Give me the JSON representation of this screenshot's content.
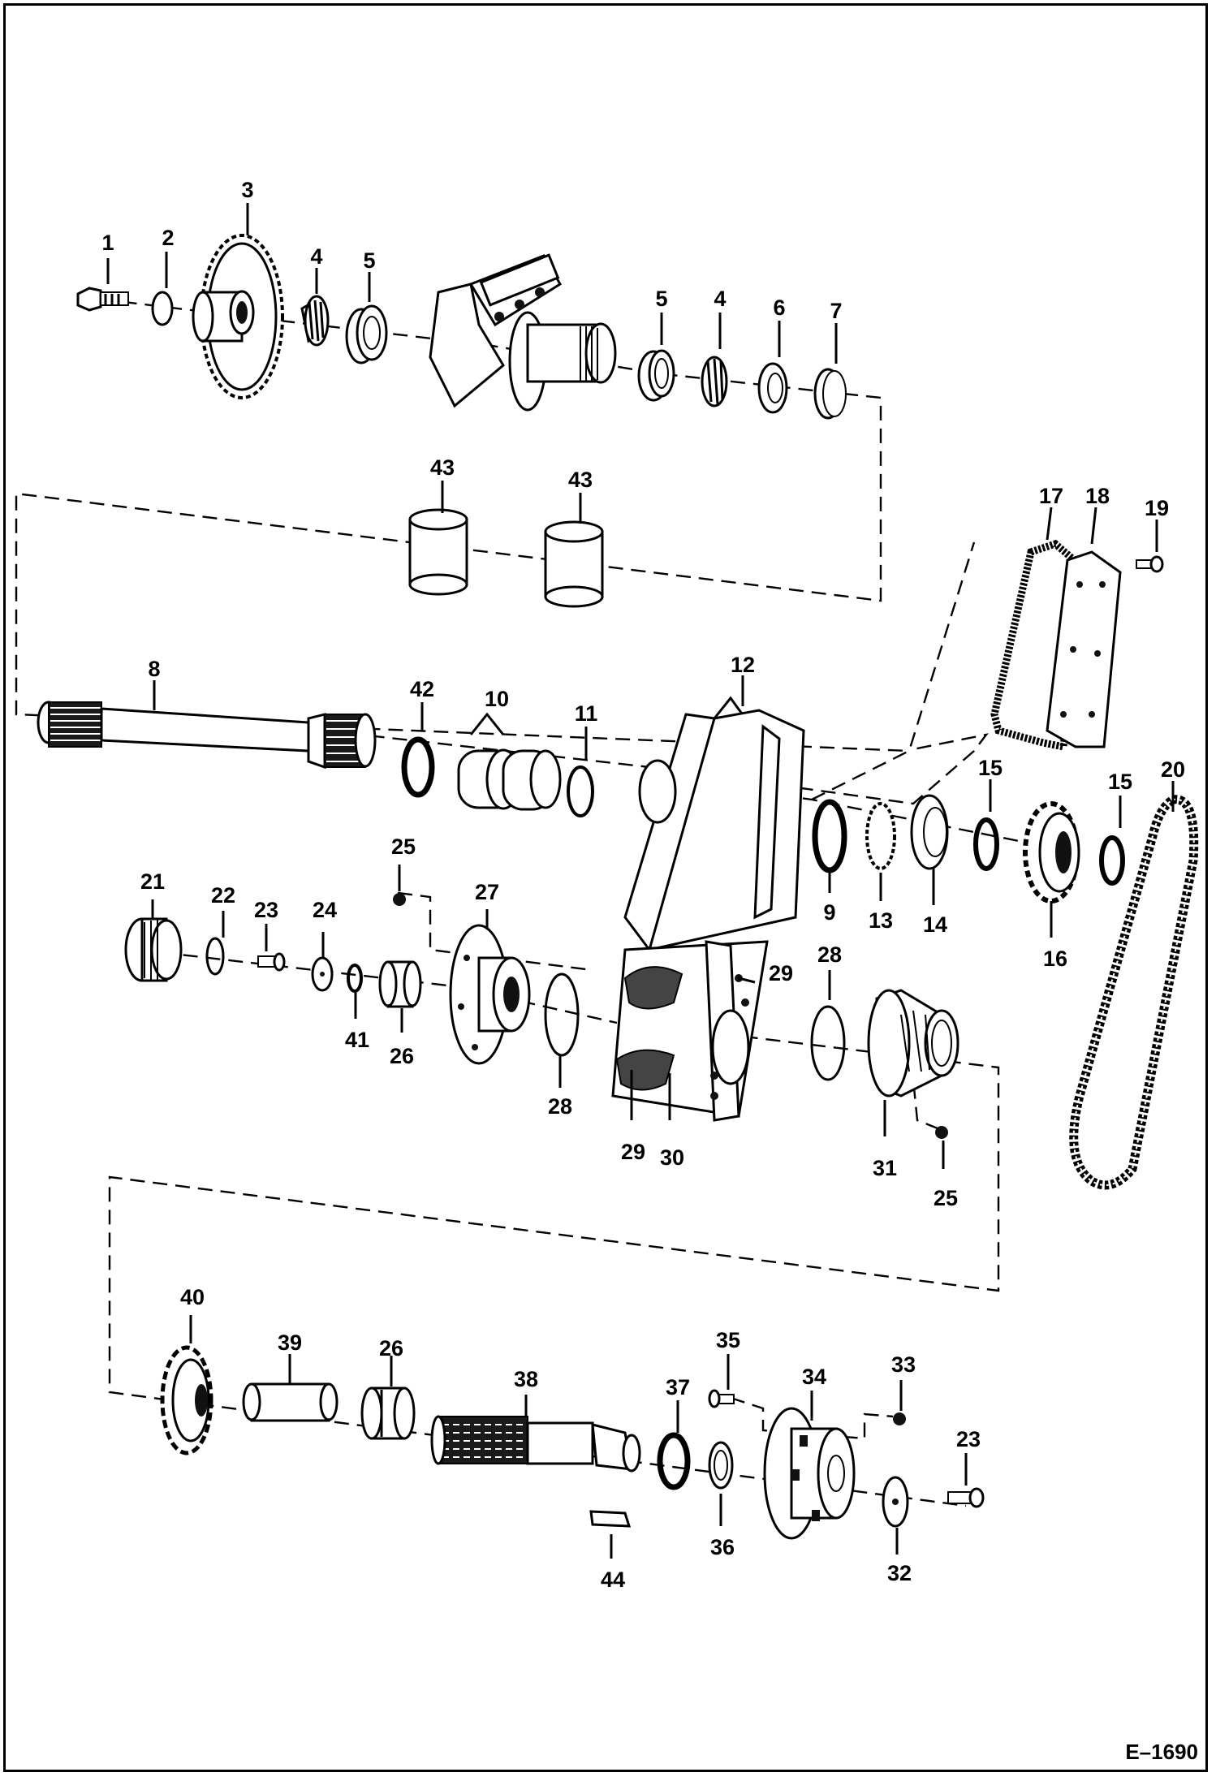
{
  "drawing_number": "E–1690",
  "callouts": {
    "c1": "1",
    "c2": "2",
    "c3": "3",
    "c4a": "4",
    "c5a": "5",
    "c5b": "5",
    "c4b": "4",
    "c6": "6",
    "c7": "7",
    "c43a": "43",
    "c43b": "43",
    "c17": "17",
    "c18": "18",
    "c19": "19",
    "c8": "8",
    "c42": "42",
    "c10": "10",
    "c11": "11",
    "c12": "12",
    "c20": "20",
    "c15a": "15",
    "c15b": "15",
    "c9": "9",
    "c13": "13",
    "c14": "14",
    "c16": "16",
    "c21": "21",
    "c22": "22",
    "c23a": "23",
    "c24": "24",
    "c25a": "25",
    "c27": "27",
    "c41": "41",
    "c26a": "26",
    "c28a": "28",
    "c28b": "28",
    "c29a": "29",
    "c29b": "29",
    "c30": "30",
    "c31": "31",
    "c25b": "25",
    "c40": "40",
    "c39": "39",
    "c26b": "26",
    "c38": "38",
    "c37": "37",
    "c35": "35",
    "c34": "34",
    "c33": "33",
    "c23b": "23",
    "c36": "36",
    "c32": "32",
    "c44": "44"
  }
}
